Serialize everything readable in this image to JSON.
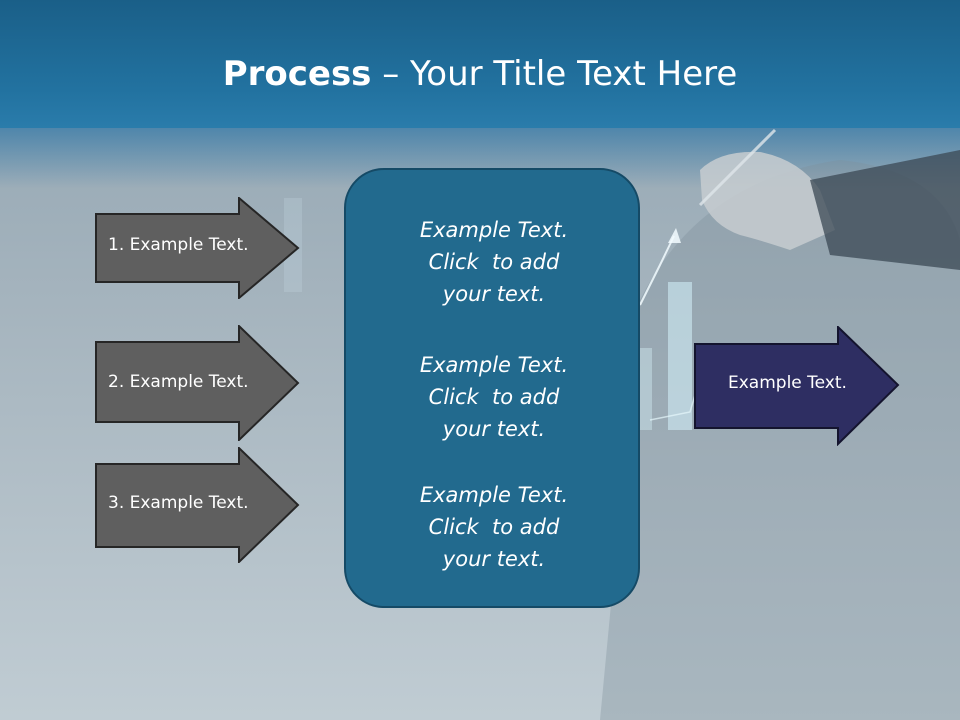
{
  "slide": {
    "title_bold": "Process",
    "title_rest": " – Your Title Text Here"
  },
  "left_arrows": [
    {
      "label": "1. Example Text."
    },
    {
      "label": "2. Example Text."
    },
    {
      "label": "3. Example Text."
    }
  ],
  "center_blocks": [
    {
      "line1": "Example Text.",
      "line2": "Click  to add",
      "line3": "your text."
    },
    {
      "line1": "Example Text.",
      "line2": "Click  to add",
      "line3": "your text."
    },
    {
      "line1": "Example Text.",
      "line2": "Click  to add",
      "line3": "your text."
    }
  ],
  "right_arrow": {
    "label": "Example Text."
  },
  "colors": {
    "header": "#2272a0",
    "left_arrow_fill": "#5f5f5f",
    "center_fill": "#226a8e",
    "right_arrow_fill": "#2e2e62"
  }
}
